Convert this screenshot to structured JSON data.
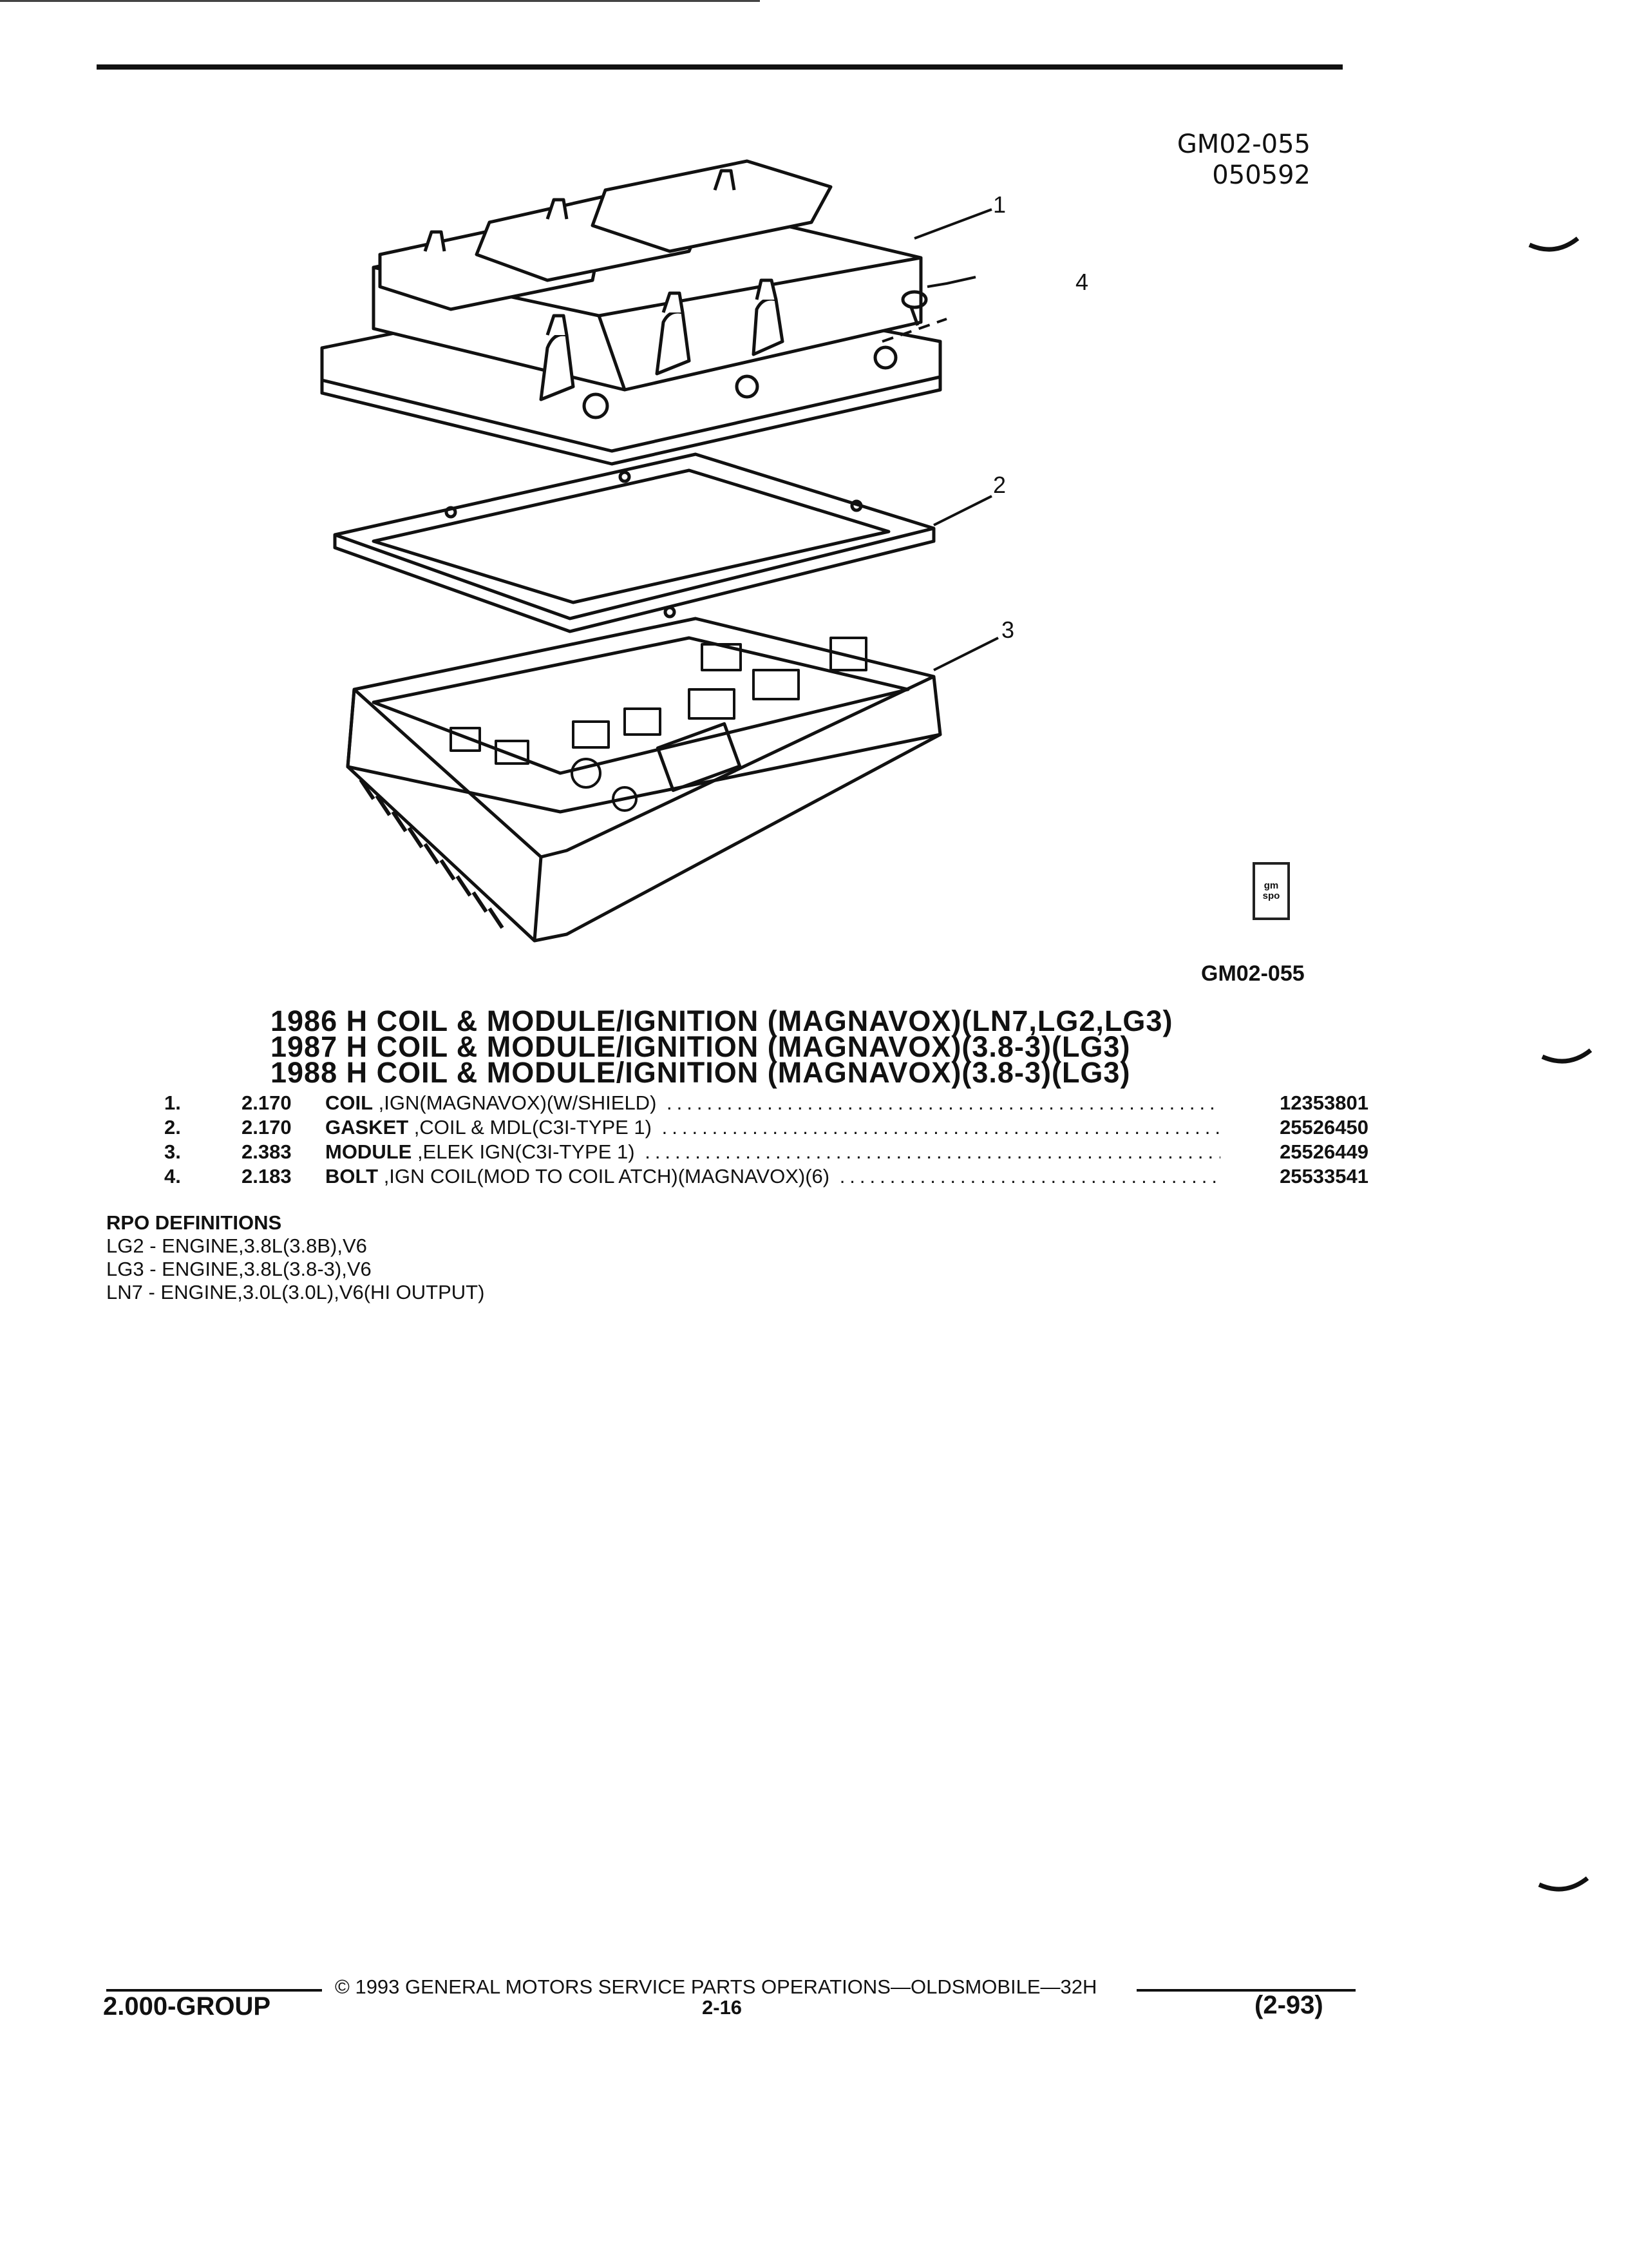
{
  "header": {
    "ref_code": "GM02-055",
    "ref_date": "050592"
  },
  "illustration": {
    "callouts": [
      "1",
      "2",
      "3",
      "4"
    ],
    "badge": [
      "gm",
      "spo"
    ],
    "figure_code": "GM02-055"
  },
  "titles": [
    "1986 H COIL & MODULE/IGNITION (MAGNAVOX)(LN7,LG2,LG3)",
    "1987 H COIL & MODULE/IGNITION (MAGNAVOX)(3.8-3)(LG3)",
    "1988 H COIL & MODULE/IGNITION (MAGNAVOX)(3.8-3)(LG3)"
  ],
  "parts": [
    {
      "num": "1.",
      "group": "2.170",
      "name": "COIL",
      "desc": " ,IGN(MAGNAVOX)(W/SHIELD)",
      "part_no": "12353801"
    },
    {
      "num": "2.",
      "group": "2.170",
      "name": "GASKET",
      "desc": " ,COIL & MDL(C3I-TYPE 1)",
      "part_no": "25526450"
    },
    {
      "num": "3.",
      "group": "2.383",
      "name": "MODULE",
      "desc": " ,ELEK IGN(C3I-TYPE 1)",
      "part_no": "25526449"
    },
    {
      "num": "4.",
      "group": "2.183",
      "name": "BOLT",
      "desc": " ,IGN COIL(MOD TO COIL ATCH)(MAGNAVOX)(6)",
      "part_no": "25533541"
    }
  ],
  "rpo": {
    "heading": "RPO DEFINITIONS",
    "items": [
      "LG2 - ENGINE,3.8L(3.8B),V6",
      "LG3 - ENGINE,3.8L(3.8-3),V6",
      "LN7 - ENGINE,3.0L(3.0L),V6(HI OUTPUT)"
    ]
  },
  "footer": {
    "copyright": "© 1993 GENERAL MOTORS SERVICE PARTS OPERATIONS—OLDSMOBILE—32H",
    "group": "2.000-GROUP",
    "page": "2-16",
    "date": "(2-93)"
  }
}
